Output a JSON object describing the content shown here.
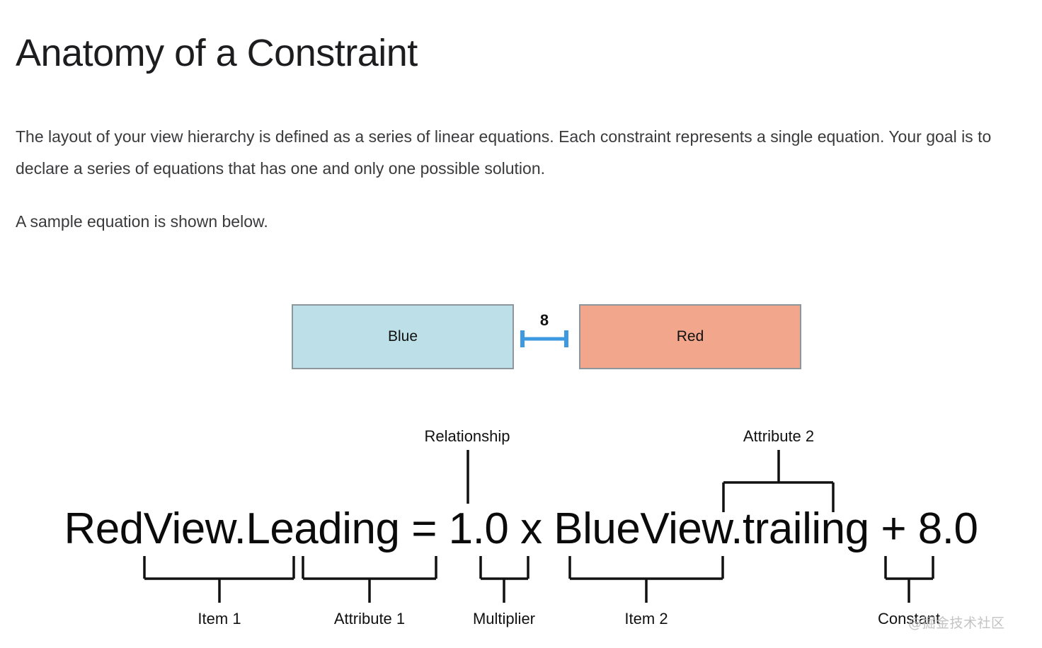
{
  "page": {
    "title": "Anatomy of a Constraint",
    "paragraphs": [
      "The layout of your view hierarchy is defined as a series of linear equations. Each constraint represents a single equation. Your goal is to declare a series of equations that has one and only one possible solution.",
      "A sample equation is shown below."
    ]
  },
  "diagram": {
    "boxes": [
      {
        "label": "Blue",
        "fill": "#bddfe8",
        "border": "#8d969b"
      },
      {
        "label": "Red",
        "fill": "#f2a68c",
        "border": "#8d969b"
      }
    ],
    "spacing": {
      "value": "8",
      "color": "#4a9fe0"
    },
    "equation": {
      "full": "RedView.Leading = 1.0 x BlueView.trailing + 8.0",
      "tokens": [
        "RedView",
        ".Leading",
        "=",
        "1.0",
        "x",
        "BlueView",
        ".trailing",
        "+",
        "8.0"
      ]
    },
    "callouts_above": [
      {
        "name": "relationship",
        "label": "Relationship"
      },
      {
        "name": "attribute-2",
        "label": "Attribute 2"
      }
    ],
    "callouts_below": [
      {
        "name": "item-1",
        "label": "Item 1"
      },
      {
        "name": "attribute-1",
        "label": "Attribute 1"
      },
      {
        "name": "multiplier",
        "label": "Multiplier"
      },
      {
        "name": "item-2",
        "label": "Item 2"
      },
      {
        "name": "constant",
        "label": "Constant"
      }
    ]
  },
  "watermark": {
    "text": "@掘金技术社区"
  }
}
